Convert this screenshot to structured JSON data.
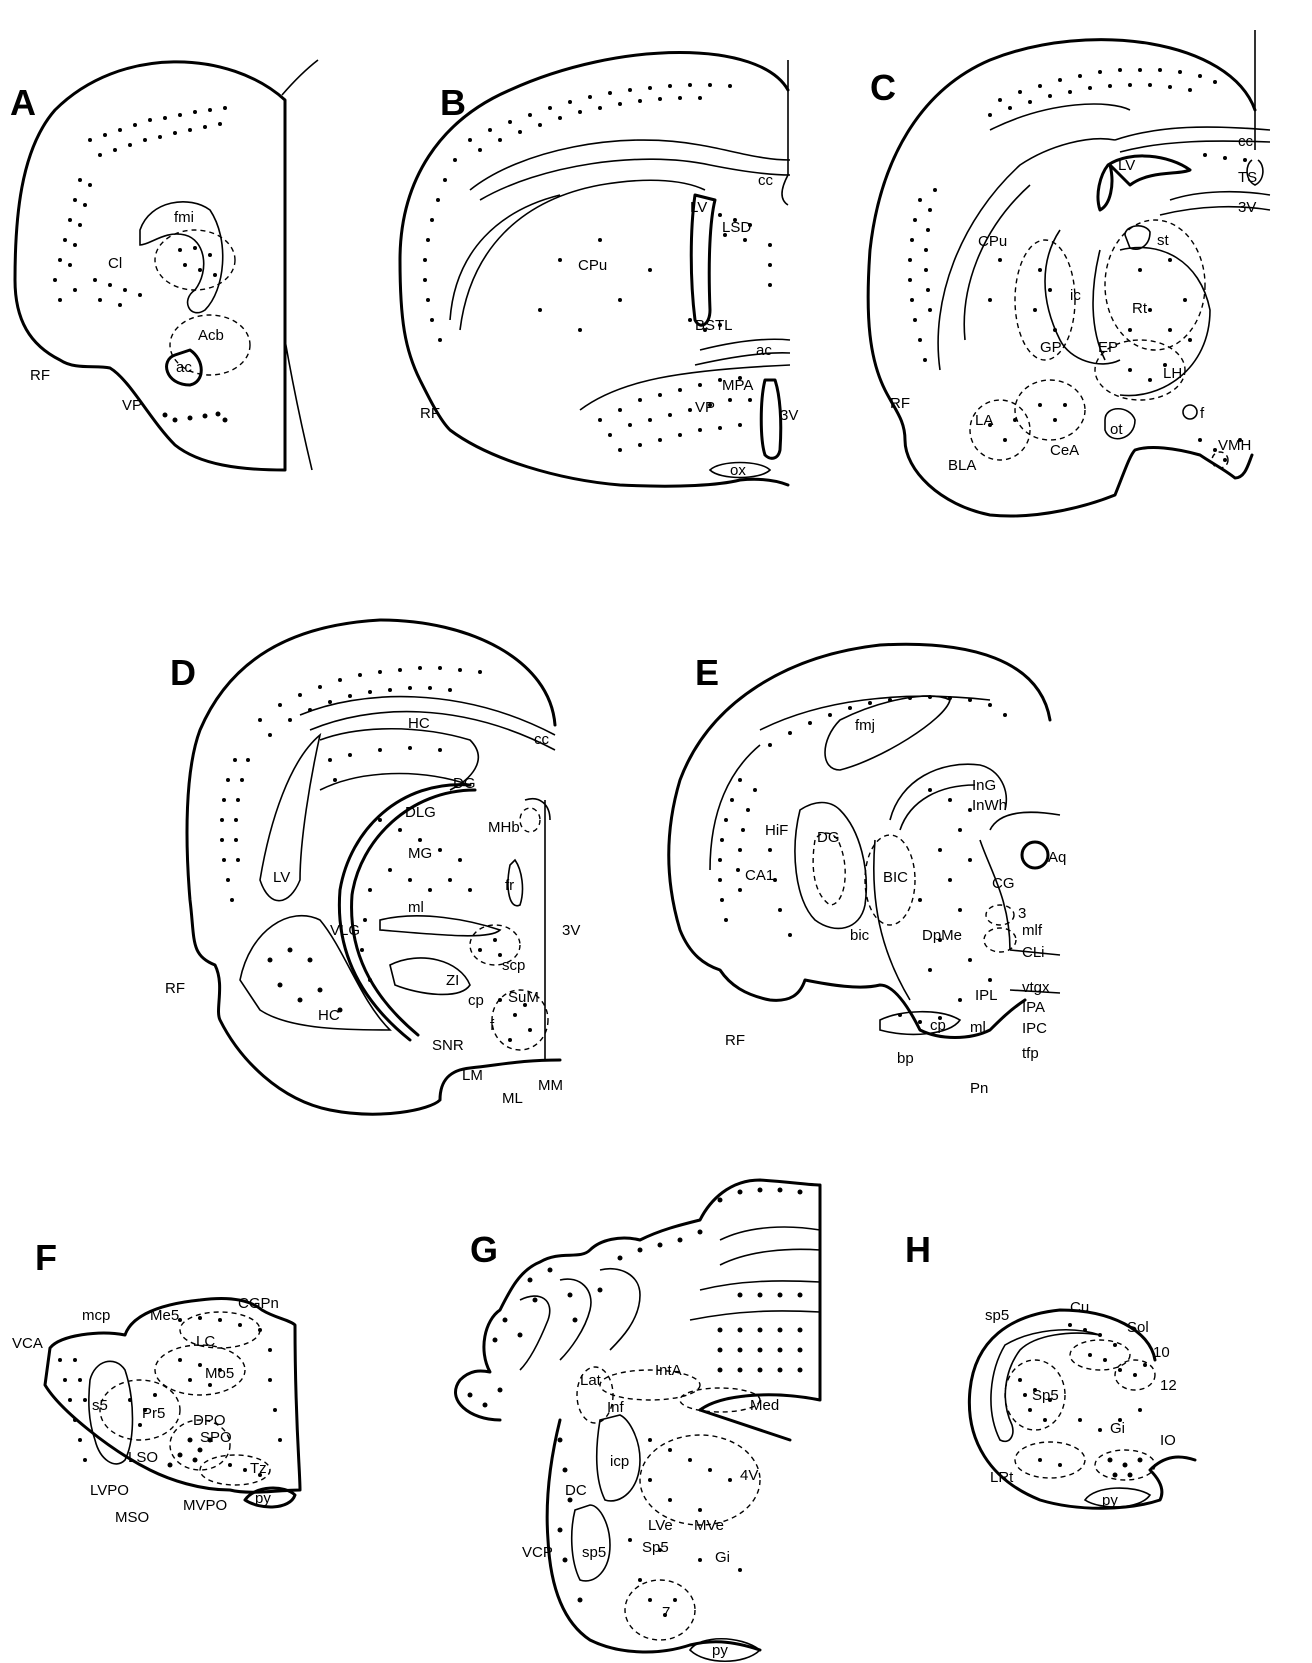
{
  "figure": {
    "panels": [
      {
        "letter": "A",
        "labels": [
          "fmi",
          "Cl",
          "Acb",
          "ac",
          "VP",
          "RF"
        ]
      },
      {
        "letter": "B",
        "labels": [
          "cc",
          "LV",
          "LSD",
          "CPu",
          "BSTL",
          "ac",
          "MPA",
          "VP",
          "3V",
          "ox",
          "RF"
        ]
      },
      {
        "letter": "C",
        "labels": [
          "cc",
          "TS",
          "LV",
          "3V",
          "st",
          "CPu",
          "ic",
          "Rt",
          "GP",
          "EP",
          "LH",
          "f",
          "LA",
          "BLA",
          "CeA",
          "ot",
          "VMH",
          "RF"
        ]
      },
      {
        "letter": "D",
        "labels": [
          "cc",
          "HC",
          "DG",
          "DLG",
          "MHb",
          "MG",
          "fr",
          "LV",
          "ml",
          "3V",
          "VLG",
          "scp",
          "ZI",
          "cp",
          "SuM",
          "HC",
          "f",
          "SNR",
          "LM",
          "MM",
          "ML",
          "RF"
        ]
      },
      {
        "letter": "E",
        "labels": [
          "fmj",
          "InG",
          "InWh",
          "HiF",
          "DG",
          "Aq",
          "CA1",
          "BIC",
          "CG",
          "3",
          "mlf",
          "bic",
          "DpMe",
          "CLi",
          "vtgx",
          "IPL",
          "IPA",
          "cp",
          "ml",
          "IPC",
          "bp",
          "tfp",
          "Pn",
          "RF"
        ]
      },
      {
        "letter": "F",
        "labels": [
          "mcp",
          "Me5",
          "CGPn",
          "LC",
          "VCA",
          "Mo5",
          "s5",
          "Pr5",
          "DPO",
          "SPO",
          "LSO",
          "Tz",
          "LVPO",
          "py",
          "MSO",
          "MVPO"
        ]
      },
      {
        "letter": "G",
        "labels": [
          "IntA",
          "Lat",
          "Inf",
          "Med",
          "icp",
          "4V",
          "DC",
          "LVe",
          "MVe",
          "VCP",
          "sp5",
          "Sp5",
          "Gi",
          "7",
          "py"
        ]
      },
      {
        "letter": "H",
        "labels": [
          "Cu",
          "sp5",
          "Sol",
          "10",
          "12",
          "Sp5",
          "Gi",
          "IO",
          "LRt",
          "py"
        ]
      }
    ]
  }
}
